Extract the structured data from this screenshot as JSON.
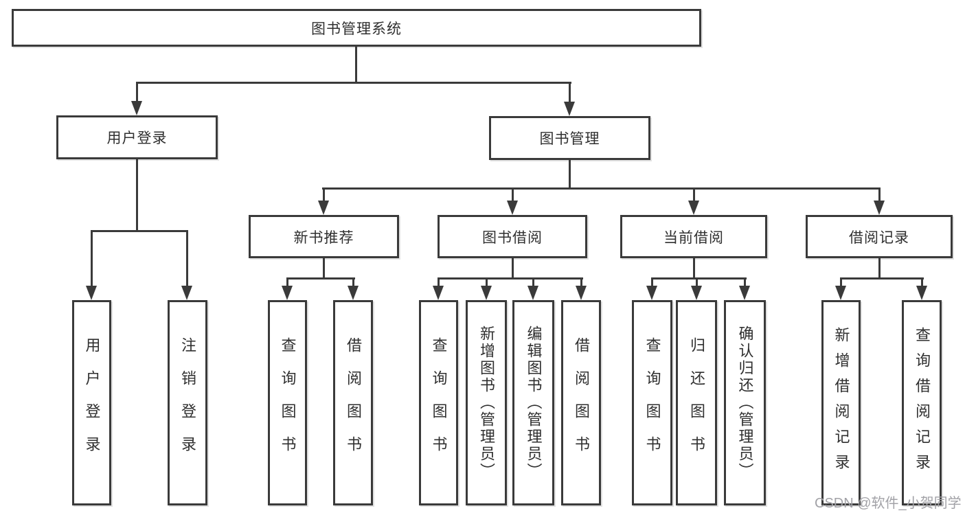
{
  "diagram": {
    "root": {
      "label": "图书管理系统"
    },
    "branches": [
      {
        "label": "用户登录",
        "leaves": [
          "用户登录",
          "注销登录"
        ]
      },
      {
        "label": "图书管理",
        "children": [
          {
            "label": "新书推荐",
            "leaves": [
              "查询图书",
              "借阅图书"
            ]
          },
          {
            "label": "图书借阅",
            "leaves": [
              "查询图书",
              "新增图书（管理员）",
              "编辑图书（管理员）",
              "借阅图书"
            ]
          },
          {
            "label": "当前借阅",
            "leaves": [
              "查询图书",
              "归还图书",
              "确认归还（管理员）"
            ]
          },
          {
            "label": "借阅记录",
            "leaves": [
              "新增借阅记录",
              "查询借阅记录"
            ]
          }
        ]
      }
    ],
    "watermark": "CSDN @软件_小贺同学",
    "colors": {
      "line": "#3a3a3a",
      "text": "#2f2f2f",
      "watermark_text": "#a2a2a7",
      "background": "#ffffff"
    }
  }
}
